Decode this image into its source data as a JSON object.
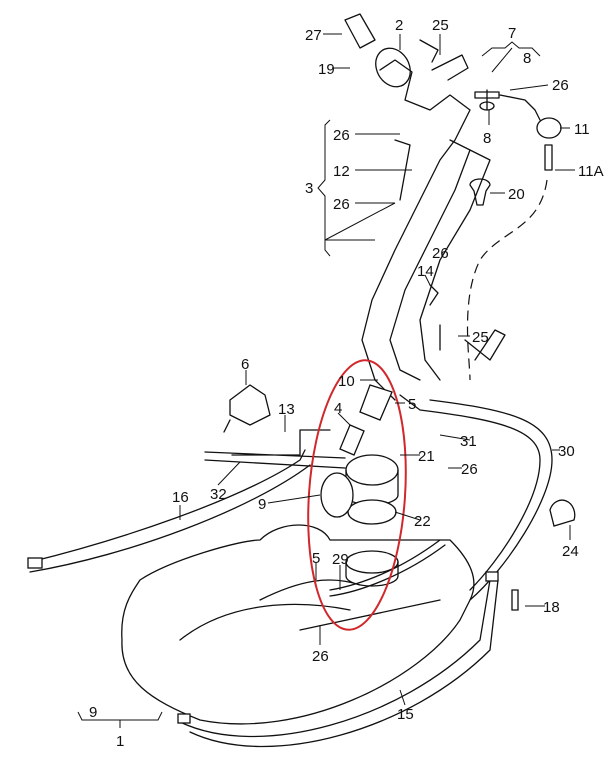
{
  "diagram": {
    "title": "Fuel tank and fuel pump exploded parts diagram",
    "highlight_color": "#d0282c",
    "callouts": [
      "27",
      "2",
      "25",
      "7",
      "8",
      "19",
      "26",
      "11",
      "8",
      "26",
      "12",
      "3",
      "11A",
      "20",
      "26",
      "26",
      "14",
      "25",
      "6",
      "10",
      "5",
      "13",
      "4",
      "21",
      "31",
      "30",
      "26",
      "32",
      "16",
      "9",
      "22",
      "24",
      "5",
      "29",
      "18",
      "26",
      "15",
      "9",
      "1"
    ]
  }
}
